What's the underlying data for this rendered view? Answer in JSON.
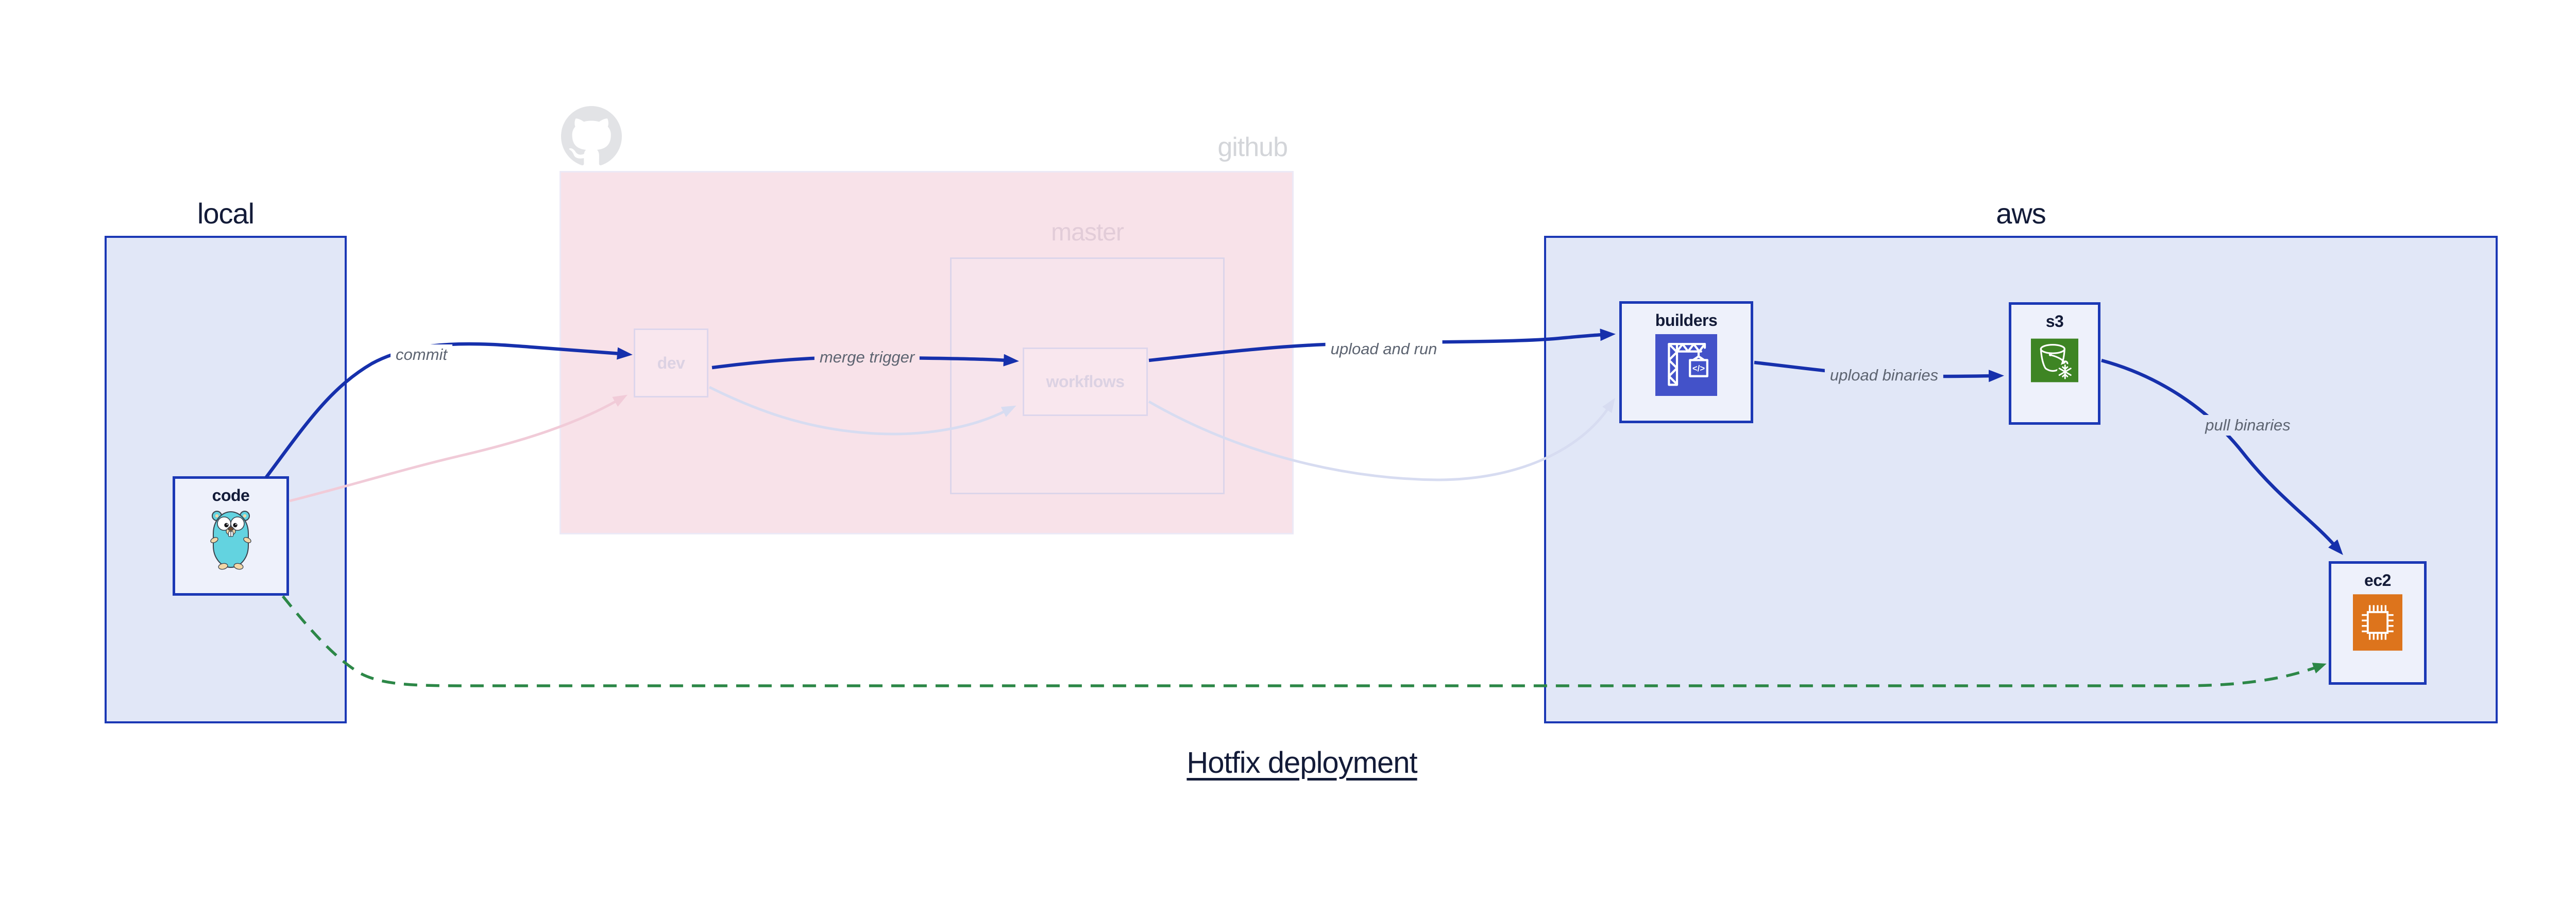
{
  "title": {
    "text": "Hotfix deployment"
  },
  "containers": {
    "local": {
      "label": "local"
    },
    "github": {
      "label": "github"
    },
    "master": {
      "label": "master"
    },
    "aws": {
      "label": "aws"
    }
  },
  "nodes": {
    "code": {
      "label": "code",
      "icon": "gopher-icon"
    },
    "dev": {
      "label": "dev"
    },
    "workflows": {
      "label": "workflows"
    },
    "builders": {
      "label": "builders",
      "icon": "codebuild-crane-icon"
    },
    "s3": {
      "label": "s3",
      "icon": "s3-glacier-bucket-icon"
    },
    "ec2": {
      "label": "ec2",
      "icon": "ec2-chip-icon"
    }
  },
  "edges": {
    "commit": {
      "label": "commit"
    },
    "merge_trigger": {
      "label": "merge trigger"
    },
    "upload_and_run": {
      "label": "upload and run"
    },
    "upload_binaries": {
      "label": "upload binaries"
    },
    "pull_binaries": {
      "label": "pull binaries"
    }
  },
  "icons": {
    "github_logo": "octocat-icon"
  },
  "colors": {
    "edge_blue": "#1630ac",
    "box_border_blue": "#1b38b5",
    "container_fill_blue": "#e1e7f7",
    "node_fill": "#eef1fb",
    "github_fill": "#f8e2e9",
    "master_fill": "#f7e4ec",
    "master_border": "#dcd5ea",
    "faded_node_fill": "#f9e7ee",
    "faded_node_border": "#ddd6ec",
    "faded_text": "#dcd2e3",
    "github_text": "#d3d5d9",
    "master_text": "#e2ccd8",
    "octocat_gray": "#e2e3e6",
    "edge_label_gray": "#5d6471",
    "dark_navy": "#131b38",
    "ghost_pink": "#f1cbd8",
    "ghost_lavender": "#d7dcf1",
    "green": "#2c8747",
    "codebuild_indigo": "#4352c9",
    "s3_green": "#3e8524",
    "ec2_orange": "#dd741c",
    "gopher_teal": "#63d3e0",
    "gopher_tan": "#f2d7a7"
  }
}
